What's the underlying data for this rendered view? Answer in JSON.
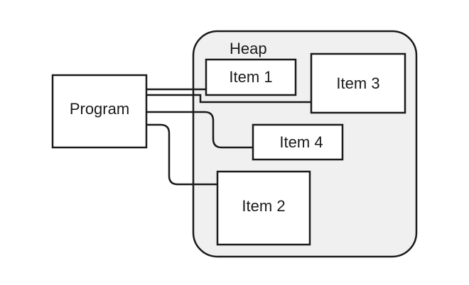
{
  "heap": {
    "label": "Heap"
  },
  "program": {
    "label": "Program"
  },
  "items": {
    "item1": "Item 1",
    "item2": "Item 2",
    "item3": "Item 3",
    "item4": "Item 4"
  }
}
